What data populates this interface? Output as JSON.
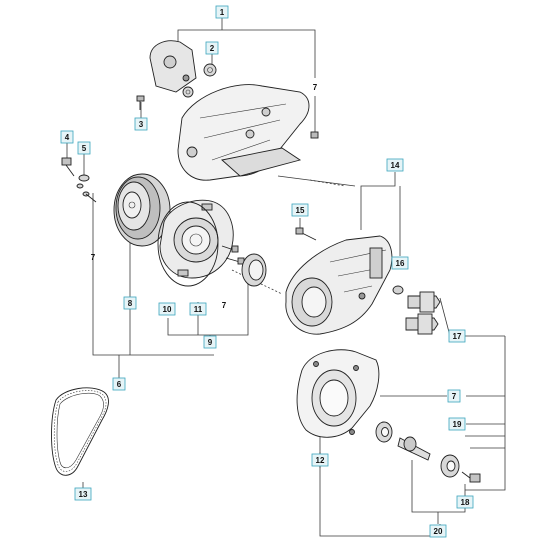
{
  "callouts": [
    {
      "id": "c1",
      "label": "1"
    },
    {
      "id": "c2",
      "label": "2"
    },
    {
      "id": "c3",
      "label": "3"
    },
    {
      "id": "c4",
      "label": "4"
    },
    {
      "id": "c5",
      "label": "5"
    },
    {
      "id": "c6",
      "label": "6"
    },
    {
      "id": "c8",
      "label": "8"
    },
    {
      "id": "c9",
      "label": "9"
    },
    {
      "id": "c10",
      "label": "10"
    },
    {
      "id": "c11",
      "label": "11"
    },
    {
      "id": "c12",
      "label": "12"
    },
    {
      "id": "c13",
      "label": "13"
    },
    {
      "id": "c14",
      "label": "14"
    },
    {
      "id": "c15",
      "label": "15"
    },
    {
      "id": "c16",
      "label": "16"
    },
    {
      "id": "c17",
      "label": "17"
    },
    {
      "id": "c18",
      "label": "18"
    },
    {
      "id": "c19",
      "label": "19"
    },
    {
      "id": "c20",
      "label": "20"
    },
    {
      "id": "c7b",
      "label": "7"
    }
  ],
  "plain_labels": [
    {
      "id": "p7a",
      "label": "7"
    },
    {
      "id": "p7c",
      "label": "7"
    },
    {
      "id": "p7d",
      "label": "7"
    }
  ],
  "colors": {
    "callout_fill": "#e6f4f7",
    "callout_border": "#3aa5bd",
    "line": "#3a3a3a"
  }
}
